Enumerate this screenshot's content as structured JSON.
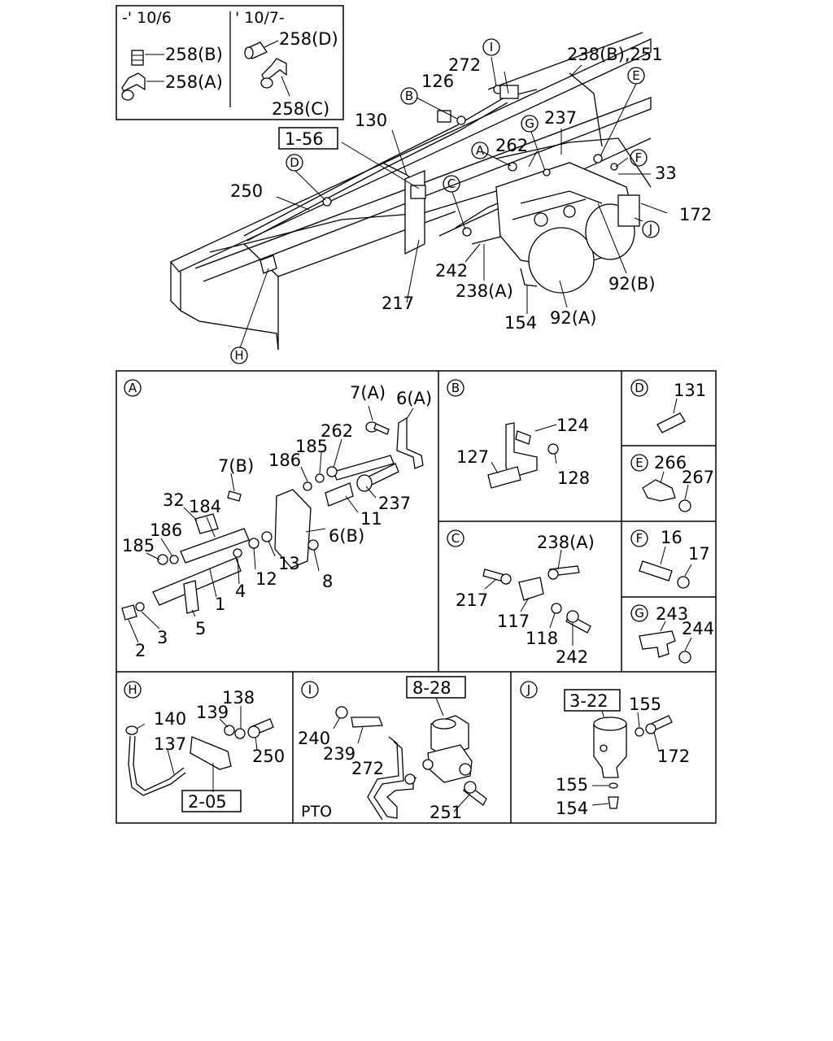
{
  "inset": {
    "left_header": "-' 10/6",
    "right_header": "' 10/7-",
    "labels": [
      "258(B)",
      "258(A)",
      "258(D)",
      "258(C)"
    ]
  },
  "main_view": {
    "refs": [
      "I",
      "B",
      "E",
      "G",
      "A",
      "F",
      "D",
      "C",
      "J",
      "H"
    ],
    "box_ref": "1-56",
    "labels": [
      "272",
      "238(B),251",
      "126",
      "130",
      "237",
      "262",
      "33",
      "172",
      "250",
      "242",
      "238(A)",
      "217",
      "92(B)",
      "154",
      "92(A)"
    ]
  },
  "detail_A": {
    "ref": "A",
    "labels": [
      "7(A)",
      "6(A)",
      "262",
      "185",
      "186",
      "7(B)",
      "32",
      "184",
      "237",
      "11",
      "186",
      "185",
      "6(B)",
      "13",
      "12",
      "4",
      "8",
      "1",
      "5",
      "3",
      "2"
    ]
  },
  "detail_B": {
    "ref": "B",
    "labels": [
      "124",
      "127",
      "128"
    ]
  },
  "detail_C": {
    "ref": "C",
    "labels": [
      "238(A)",
      "217",
      "117",
      "118",
      "242"
    ]
  },
  "detail_D": {
    "ref": "D",
    "labels": [
      "131"
    ]
  },
  "detail_E": {
    "ref": "E",
    "labels": [
      "266",
      "267"
    ]
  },
  "detail_F": {
    "ref": "F",
    "labels": [
      "16",
      "17"
    ]
  },
  "detail_G": {
    "ref": "G",
    "labels": [
      "243",
      "244"
    ]
  },
  "detail_H": {
    "ref": "H",
    "labels": [
      "138",
      "140",
      "139",
      "137",
      "250"
    ],
    "box_ref": "2-05"
  },
  "detail_I": {
    "ref": "I",
    "box_ref": "8-28",
    "labels": [
      "240",
      "239",
      "272",
      "251"
    ],
    "note": "PTO"
  },
  "detail_J": {
    "ref": "J",
    "box_ref": "3-22",
    "labels": [
      "155",
      "172",
      "155",
      "154"
    ]
  }
}
